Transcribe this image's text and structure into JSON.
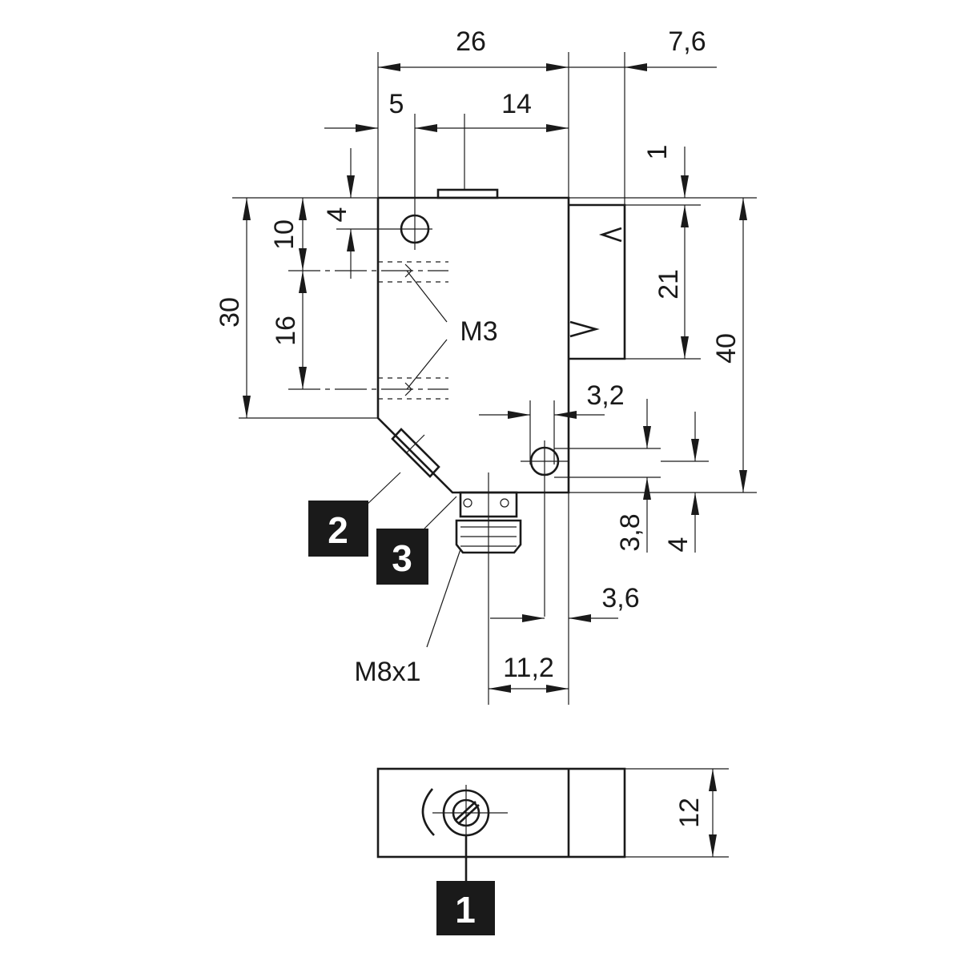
{
  "dimensions": {
    "d26": "26",
    "d7_6": "7,6",
    "d5": "5",
    "d14": "14",
    "d1": "1",
    "d4_left": "4",
    "d10": "10",
    "d30": "30",
    "d16": "16",
    "d21": "21",
    "d40": "40",
    "d3_2": "3,2",
    "d3_8": "3,8",
    "d4_right": "4",
    "d3_6": "3,6",
    "d11_2": "11,2",
    "d12": "12"
  },
  "labels": {
    "thread_m3": "M3",
    "thread_m8": "M8x1"
  },
  "badges": {
    "b1": "1",
    "b2": "2",
    "b3": "3"
  },
  "colors": {
    "line": "#1a1a1a",
    "badge_bg": "#1a1a1a",
    "badge_text": "#ffffff"
  }
}
